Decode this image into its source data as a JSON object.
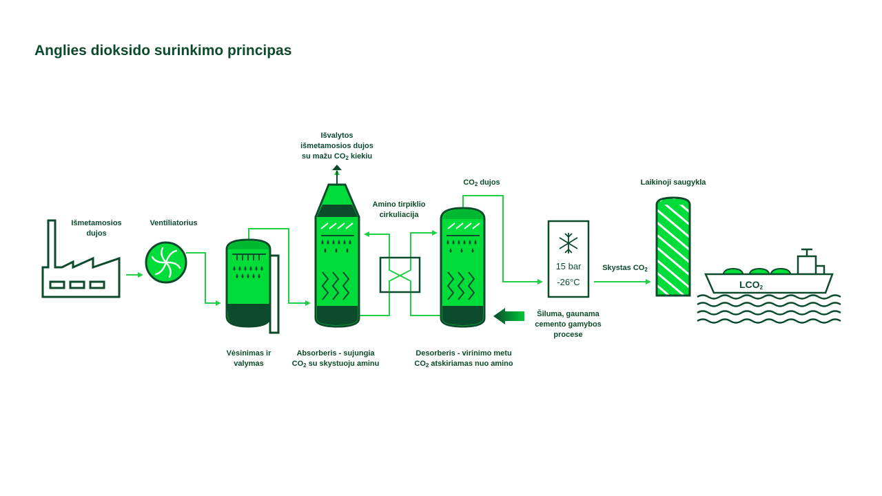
{
  "title": "Anglies dioksido surinkimo principas",
  "labels": {
    "exhaust_gas": [
      "Išmetamosios",
      "dujos"
    ],
    "fan": "Ventiliatorius",
    "cleaned_gas": [
      "Išvalytos",
      "išmetamosios dujos"
    ],
    "low_co2_prefix": "su mažu CO",
    "low_co2_suffix": " kiekiu",
    "amine_circulation": [
      "Amino tirpiklio",
      "cirkuliacija"
    ],
    "co2_gas_prefix": "CO",
    "co2_gas_suffix": " dujos",
    "temp_storage": "Laikinoji saugykla",
    "liquid_co2_prefix": "Skystas CO",
    "cooling": [
      "Vėsinimas ir",
      "valymas"
    ],
    "absorber_line1": "Absorberis - sujungia",
    "absorber_line2_prefix": "CO",
    "absorber_line2_suffix": " su skystuoju aminu",
    "desorber_line1": "Desorberis - virinimo metu",
    "desorber_line2_prefix": "CO",
    "desorber_line2_suffix": " atskiriamas nuo amino",
    "heat": [
      "Šiluma, gaunama",
      "cemento gamybos",
      "procese"
    ]
  },
  "liquefier": {
    "pressure": "15 bar",
    "temperature": "-26°C"
  },
  "ship_label_prefix": "LCO",
  "subscript_2": "2",
  "colors": {
    "dark_green": "#0b4a2b",
    "bright_green": "#00dd3a",
    "mid_green": "#00b82f",
    "line_green": "#1fcf46"
  }
}
